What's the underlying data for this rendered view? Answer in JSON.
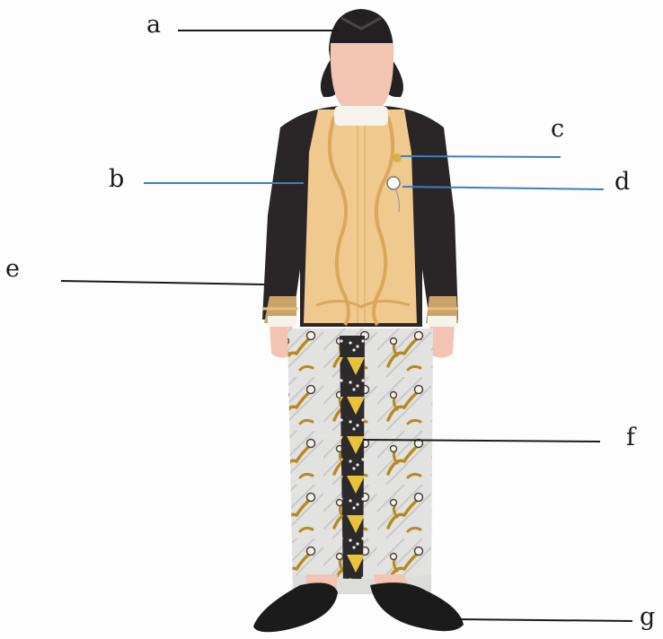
{
  "labels": {
    "a": "a",
    "b": "b",
    "c": "c",
    "d": "d",
    "e": "e",
    "f": "f",
    "g": "g"
  },
  "colors": {
    "label_line_black": "#1a1a1a",
    "label_line_blue": "#3a7fc8",
    "jacket": "#2a2628",
    "shirt": "#f0c98e",
    "skin": "#f3c4b2",
    "hair": "#232022",
    "cloth_base": "#e4e4e2",
    "cloth_motif": "#b8891c",
    "shoe": "#1b1b1b"
  }
}
